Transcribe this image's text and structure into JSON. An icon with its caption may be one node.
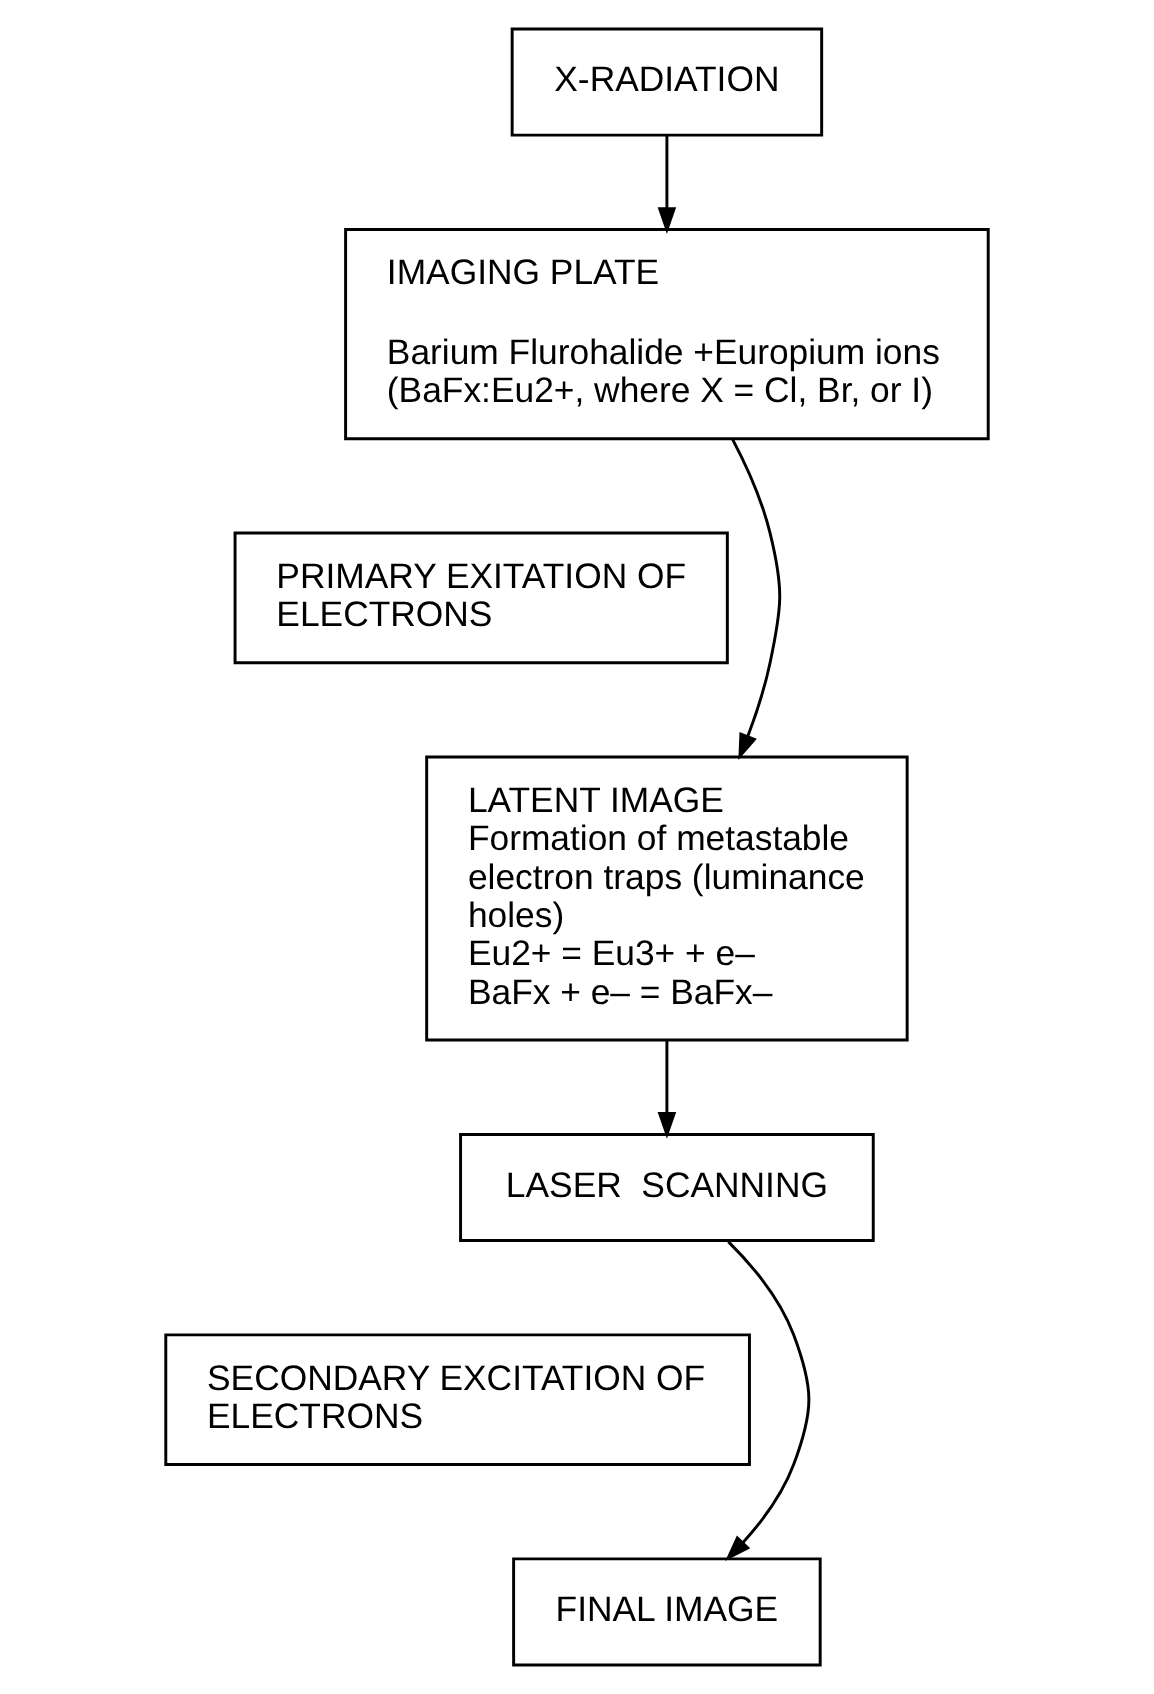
{
  "diagram": {
    "nodes": [
      {
        "text": [
          "X-RADIATION"
        ]
      },
      {
        "text": [
          "IMAGING PLATE",
          "Barium Flurohalide +Europium ions (BaFx:Eu2+, where X = Cl, Br, or I)"
        ]
      },
      {
        "text": [
          "PRIMARY EXITATION OF ELECTRONS"
        ]
      },
      {
        "text": [
          "LATENT IMAGE",
          "Formation of metastable electron traps (luminance holes)",
          "Eu2+ = Eu3+ + e–",
          "BaFx + e– = BaFx–"
        ]
      },
      {
        "text": [
          "LASER  SCANNING"
        ]
      },
      {
        "text": [
          "SECONDARY EXCITATION OF ELECTRONS"
        ]
      },
      {
        "text": [
          "FINAL IMAGE"
        ]
      }
    ],
    "edges": [
      {
        "from": 0,
        "to": 1,
        "arrow": "to"
      },
      {
        "from": 1,
        "to": 3,
        "arrow": "to"
      },
      {
        "from": 3,
        "to": 4,
        "arrow": "to"
      },
      {
        "from": 4,
        "to": 6,
        "arrow": "to"
      }
    ]
  }
}
